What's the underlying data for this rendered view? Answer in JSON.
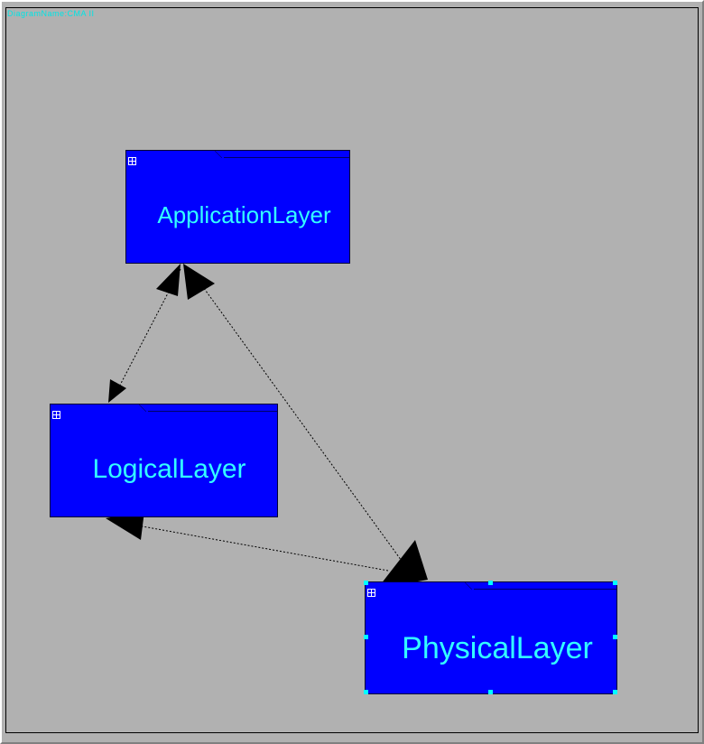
{
  "caption": "DiagramName:CMA II",
  "colors": {
    "background": "#b1b1b1",
    "package_fill": "#0000ff",
    "package_text": "#33ffff",
    "selection_handle": "#00ffff",
    "arrow": "#000000"
  },
  "packages": {
    "application": {
      "label": "ApplicationLayer",
      "icon": "expand-icon"
    },
    "logical": {
      "label": "LogicalLayer",
      "icon": "expand-icon"
    },
    "physical": {
      "label": "PhysicalLayer",
      "icon": "expand-icon",
      "selected": true
    }
  },
  "dependencies": [
    {
      "from": "application",
      "to": "logical",
      "style": "dotted",
      "bidirectional": true
    },
    {
      "from": "application",
      "to": "physical",
      "style": "dotted",
      "bidirectional": true
    },
    {
      "from": "physical",
      "to": "logical",
      "style": "dotted",
      "bidirectional": false
    }
  ]
}
